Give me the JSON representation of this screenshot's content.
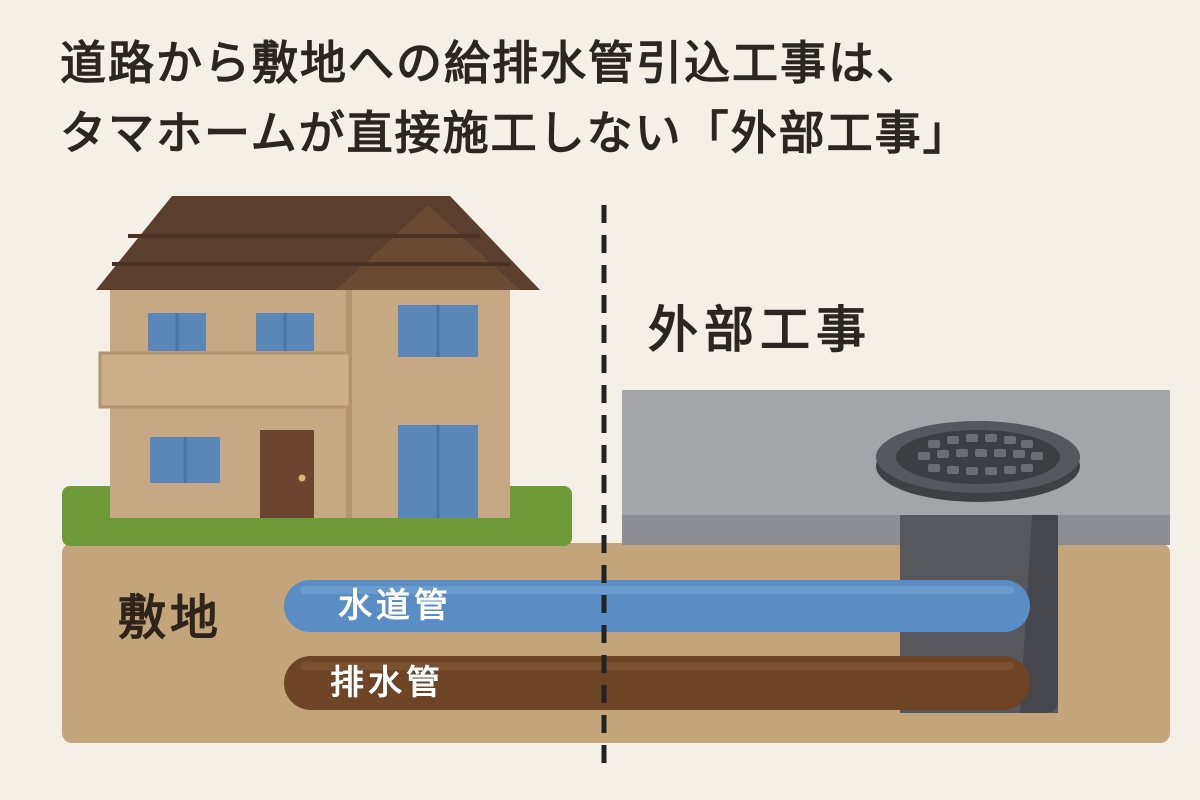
{
  "title": {
    "line1": "道路から敷地への給排水管引込工事は、",
    "line2": "タマホームが直接施工しない「外部工事」"
  },
  "labels": {
    "external_work": "外部工事",
    "site": "敷地",
    "water_pipe": "水道管",
    "drain_pipe": "排水管"
  },
  "colors": {
    "background": "#f4f0e7",
    "ground": "#c4a47a",
    "grass": "#6e9a3a",
    "road_top": "#a4a5a9",
    "road_side": "#8d8e93",
    "house_wall": "#c7a884",
    "roof": "#5b3e2b",
    "window": "#5b86b8",
    "door": "#6b4530",
    "water_pipe": "#5a8dc4",
    "drain_pipe": "#6d4526",
    "shaft": "#56585e",
    "manhole": "#4b4c50",
    "divider": "#222222"
  },
  "icons": {
    "house": "house-icon",
    "manhole": "manhole-icon"
  }
}
